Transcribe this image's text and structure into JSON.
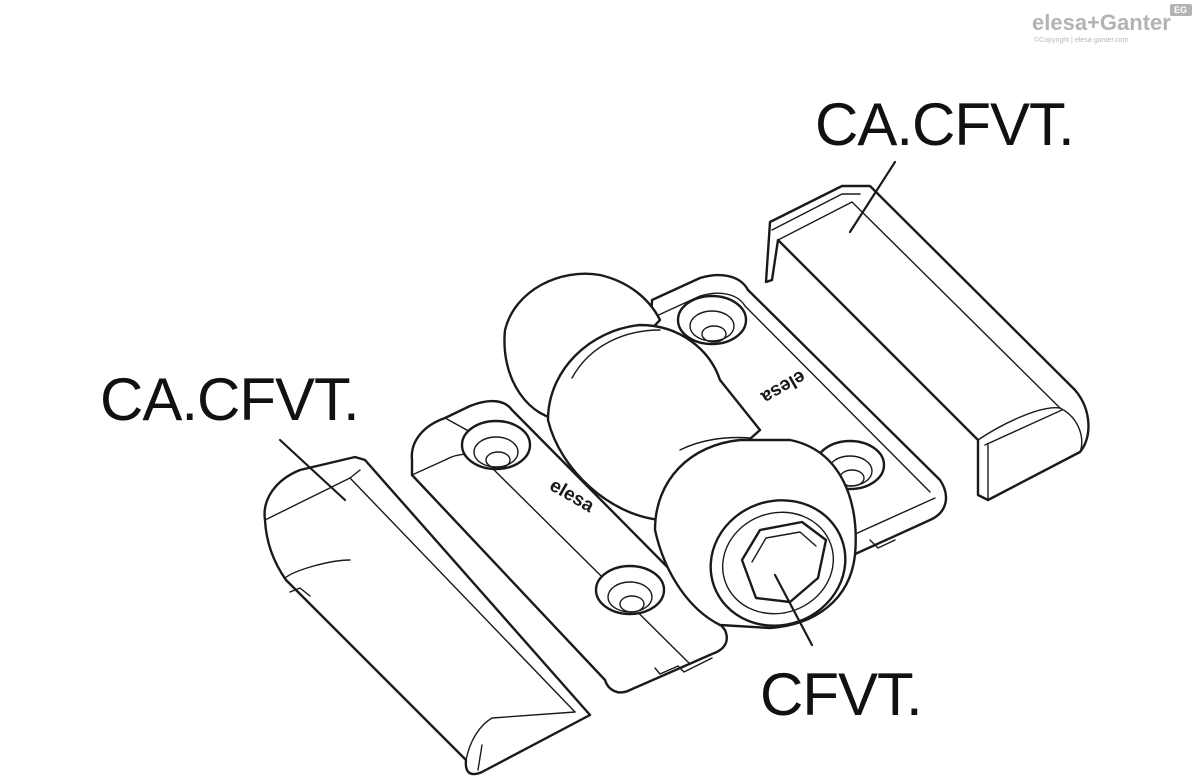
{
  "brand": {
    "name": "elesa+Ganter",
    "copyright": "©Copyright | elesa-ganter.com",
    "badge": "EG"
  },
  "labels": {
    "cover_top_right": "CA.CFVT.",
    "cover_left": "CA.CFVT.",
    "hinge": "CFVT."
  },
  "engravings": {
    "left_leaf": "elesa",
    "right_leaf": "elesa"
  }
}
